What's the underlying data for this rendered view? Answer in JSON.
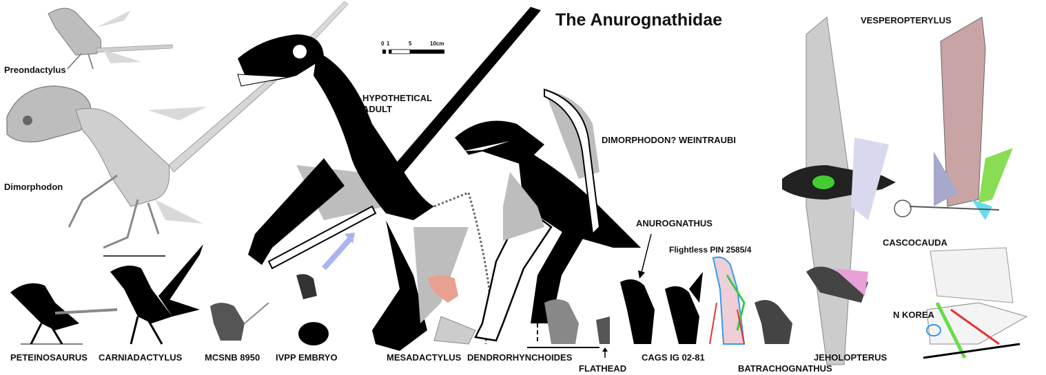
{
  "title": "The Anurognathidae",
  "scale_bar": {
    "ticks": [
      "0",
      "1",
      "5",
      "10cm"
    ]
  },
  "labels": {
    "preondactylus": "Preondactylus",
    "dimorphodon": "Dimorphodon",
    "hypothetical_adult": [
      "HYPOTHETICAL",
      "ADULT"
    ],
    "dimorphodon_weintraubi": "DIMORPHODON? WEINTRAUBI",
    "anurognathus": "ANUROGNATHUS",
    "flightless": "Flightless PIN 2585/4",
    "vesperopterylus": "VESPEROPTERYLUS",
    "cascocauda": "CASCOCAUDA",
    "n_korea": "N KOREA",
    "peteinosaurus": "PETEINOSAURUS",
    "carniadactylus": "CARNIADACTYLUS",
    "mcsnb": "MCSNB 8950",
    "ivpp": "IVPP EMBRYO",
    "mesadactylus": "MESADACTYLUS",
    "dendrorhynchoides": "DENDRORHYNCHOIDES",
    "flathead": "FLATHEAD",
    "cags": "CAGS IG 02-81",
    "batrachognathus": "BATRACHOGNATHUS",
    "jeholopterus": "JEHOLOPTERUS"
  },
  "colors": {
    "bone_black": "#000000",
    "soft_tissue_gray": "#bdbdbd",
    "light_gray": "#d9d9d9",
    "arrow_blue": "#aab4f0",
    "wing_pink": "#c9a4a4",
    "wing_lavender": "#a6a8cc",
    "accent_green": "#66dd44",
    "accent_cyan": "#66ddee",
    "accent_red": "#e83030",
    "embryo_head_pink": "#e8a090"
  }
}
